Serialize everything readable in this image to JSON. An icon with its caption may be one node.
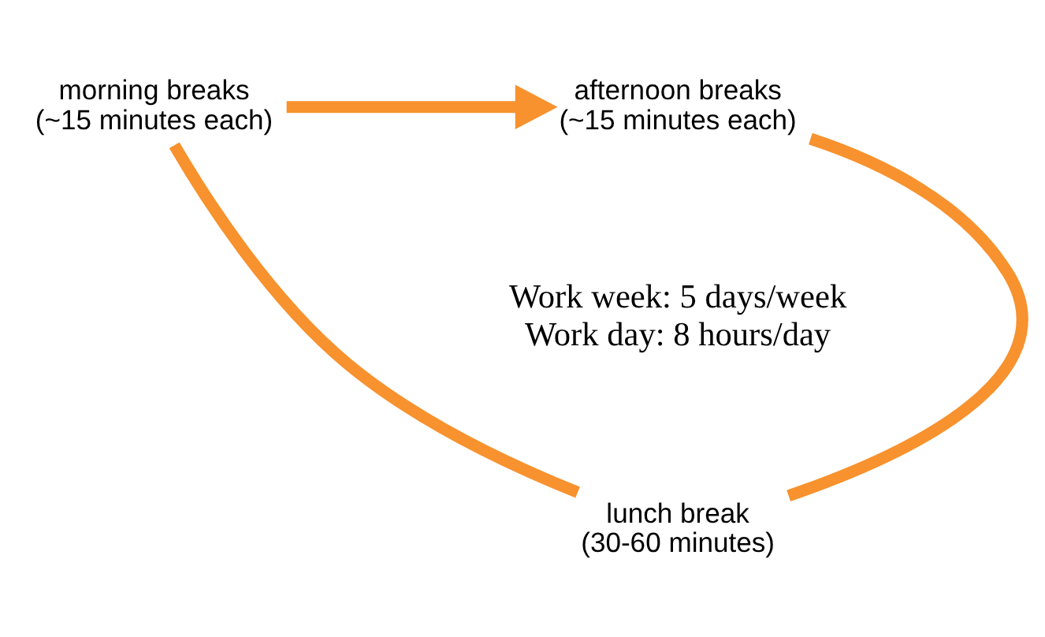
{
  "diagram": {
    "nodes": [
      {
        "text": [
          "afternoon breaks (~15 minutes each)"
        ]
      },
      {
        "text": [
          "morning breaks (~15 minutes each)"
        ]
      },
      {
        "text": [
          "lunch break (30-60 minutes)"
        ]
      }
    ],
    "edges": [
      {
        "from": 1,
        "to": 0,
        "arrow": "to"
      },
      {
        "from": 0,
        "to": 2,
        "arrow": "none"
      },
      {
        "from": 2,
        "to": 1,
        "arrow": "none"
      }
    ],
    "labels": [
      "Work week: 5 days/week",
      "Work day: 8 hours/day"
    ]
  }
}
